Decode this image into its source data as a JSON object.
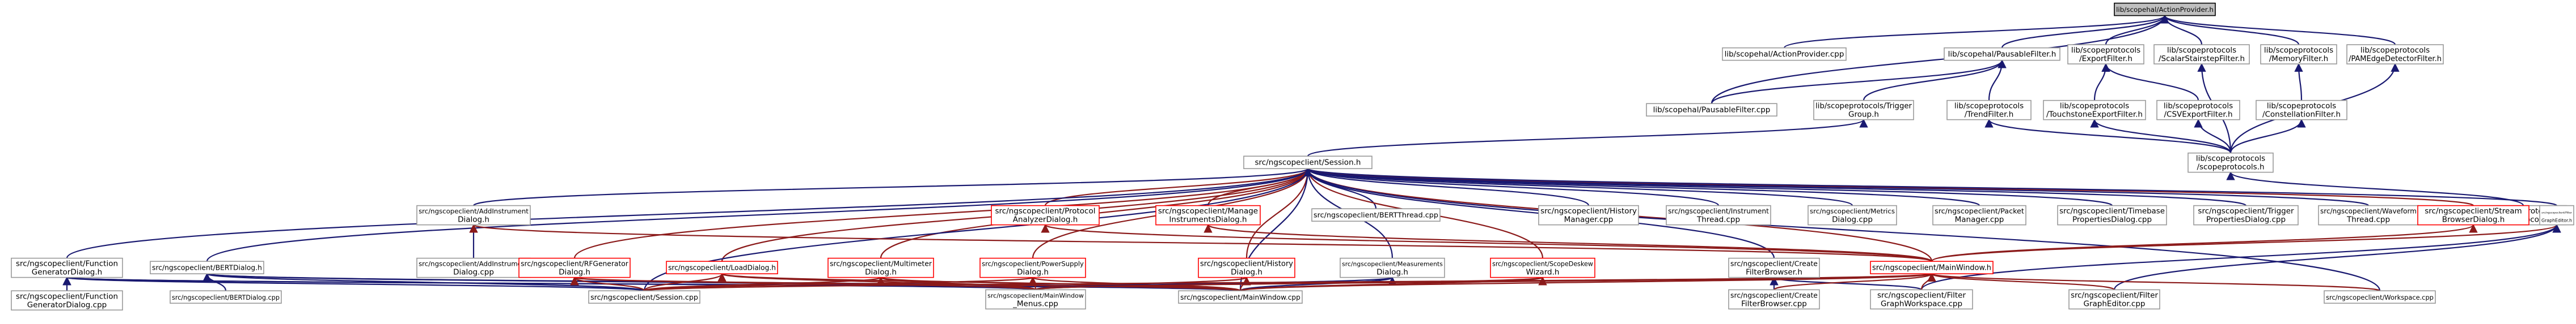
{
  "graph": {
    "colors": {
      "edge": "#191970",
      "highlight_edge": "#8b1a1a",
      "node_border": "#999999",
      "highlight_border": "#ff0000",
      "root_fill": "#bfbfbf"
    },
    "nodes": [
      {
        "id": "n1",
        "lines": [
          "lib/scopehal/ActionProvider.h"
        ],
        "style": "root"
      },
      {
        "id": "n2",
        "lines": [
          "lib/scopehal/ActionProvider.cpp"
        ]
      },
      {
        "id": "n3",
        "lines": [
          "lib/scopehal/PausableFilter.h"
        ]
      },
      {
        "id": "n4",
        "lines": [
          "lib/scopeprotocols",
          "/ExportFilter.h"
        ]
      },
      {
        "id": "n5",
        "lines": [
          "lib/scopeprotocols",
          "/ScalarStairstepFilter.h"
        ]
      },
      {
        "id": "n6",
        "lines": [
          "lib/scopeprotocols",
          "/MemoryFilter.h"
        ]
      },
      {
        "id": "n7",
        "lines": [
          "lib/scopeprotocols",
          "/PAMEdgeDetectorFilter.h"
        ]
      },
      {
        "id": "n8",
        "lines": [
          "lib/scopehal/PausableFilter.cpp"
        ]
      },
      {
        "id": "n9",
        "lines": [
          "lib/scopeprotocols/Trigger",
          "Group.h"
        ]
      },
      {
        "id": "n10",
        "lines": [
          "lib/scopeprotocols",
          "/TrendFilter.h"
        ]
      },
      {
        "id": "n11",
        "lines": [
          "lib/scopeprotocols",
          "/TouchstoneExportFilter.h"
        ]
      },
      {
        "id": "n12",
        "lines": [
          "lib/scopeprotocols",
          "/CSVExportFilter.h"
        ]
      },
      {
        "id": "n13",
        "lines": [
          "lib/scopeprotocols",
          "/ConstellationFilter.h"
        ]
      },
      {
        "id": "n14",
        "lines": [
          "src/ngscopeclient/Session.h"
        ]
      },
      {
        "id": "n15",
        "lines": [
          "lib/scopeprotocols",
          "/scopeprotocols.h"
        ]
      },
      {
        "id": "n16",
        "lines": [
          "lib/scopeprotocols",
          "/scopeprotocols.cpp"
        ]
      },
      {
        "id": "n17",
        "lines": [
          "src/ngscopeclient/AddInstrument",
          "Dialog.h"
        ]
      },
      {
        "id": "n18",
        "lines": [
          "src/ngscopeclient/Protocol",
          "AnalyzerDialog.h"
        ],
        "style": "hl"
      },
      {
        "id": "n19",
        "lines": [
          "src/ngscopeclient/Manage",
          "InstrumentsDialog.h"
        ],
        "style": "hl"
      },
      {
        "id": "n20",
        "lines": [
          "src/ngscopeclient/BERTThread.cpp"
        ]
      },
      {
        "id": "n21",
        "lines": [
          "src/ngscopeclient/History",
          "Manager.cpp"
        ]
      },
      {
        "id": "n22",
        "lines": [
          "src/ngscopeclient/Instrument",
          "Thread.cpp"
        ]
      },
      {
        "id": "n23",
        "lines": [
          "src/ngscopeclient/Metrics",
          "Dialog.cpp"
        ]
      },
      {
        "id": "n24",
        "lines": [
          "src/ngscopeclient/Packet",
          "Manager.cpp"
        ]
      },
      {
        "id": "n25",
        "lines": [
          "src/ngscopeclient/Timebase",
          "PropertiesDialog.cpp"
        ]
      },
      {
        "id": "n26",
        "lines": [
          "src/ngscopeclient/Trigger",
          "PropertiesDialog.cpp"
        ]
      },
      {
        "id": "n27",
        "lines": [
          "src/ngscopeclient/Waveform",
          "Thread.cpp"
        ]
      },
      {
        "id": "n28",
        "lines": [
          "src/ngscopeclient/Stream",
          "BrowserDialog.h"
        ],
        "style": "hl"
      },
      {
        "id": "n29",
        "lines": [
          "src/ngscopeclient/Filter",
          "GraphEditor.h"
        ]
      },
      {
        "id": "n30",
        "lines": [
          "src/ngscopeclient/Function",
          "GeneratorDialog.h"
        ]
      },
      {
        "id": "n31",
        "lines": [
          "src/ngscopeclient/BERTDialog.h"
        ]
      },
      {
        "id": "n32",
        "lines": [
          "src/ngscopeclient/AddInstrument",
          "Dialog.cpp"
        ]
      },
      {
        "id": "n33",
        "lines": [
          "src/ngscopeclient/RFGenerator",
          "Dialog.h"
        ],
        "style": "hl"
      },
      {
        "id": "n34",
        "lines": [
          "src/ngscopeclient/LoadDialog.h"
        ],
        "style": "hl"
      },
      {
        "id": "n35",
        "lines": [
          "src/ngscopeclient/Multimeter",
          "Dialog.h"
        ],
        "style": "hl"
      },
      {
        "id": "n36",
        "lines": [
          "src/ngscopeclient/PowerSupply",
          "Dialog.h"
        ],
        "style": "hl"
      },
      {
        "id": "n37",
        "lines": [
          "src/ngscopeclient/History",
          "Dialog.h"
        ],
        "style": "hl"
      },
      {
        "id": "n38",
        "lines": [
          "src/ngscopeclient/Measurements",
          "Dialog.h"
        ]
      },
      {
        "id": "n39",
        "lines": [
          "src/ngscopeclient/ScopeDeskew",
          "Wizard.h"
        ],
        "style": "hl"
      },
      {
        "id": "n40",
        "lines": [
          "src/ngscopeclient/Create",
          "FilterBrowser.h"
        ]
      },
      {
        "id": "n41",
        "lines": [
          "src/ngscopeclient/MainWindow.h"
        ],
        "style": "hl"
      },
      {
        "id": "n42",
        "lines": [
          "src/ngscopeclient/Function",
          "GeneratorDialog.cpp"
        ]
      },
      {
        "id": "n43",
        "lines": [
          "src/ngscopeclient/BERTDialog.cpp"
        ]
      },
      {
        "id": "n44",
        "lines": [
          "src/ngscopeclient/Session.cpp"
        ]
      },
      {
        "id": "n45",
        "lines": [
          "src/ngscopeclient/MainWindow",
          "_Menus.cpp"
        ]
      },
      {
        "id": "n46",
        "lines": [
          "src/ngscopeclient/MainWindow.cpp"
        ]
      },
      {
        "id": "n47",
        "lines": [
          "src/ngscopeclient/Create",
          "FilterBrowser.cpp"
        ]
      },
      {
        "id": "n48",
        "lines": [
          "src/ngscopeclient/Filter",
          "GraphWorkspace.cpp"
        ]
      },
      {
        "id": "n49",
        "lines": [
          "src/ngscopeclient/Filter",
          "GraphEditor.cpp"
        ]
      },
      {
        "id": "n50",
        "lines": [
          "src/ngscopeclient/Workspace.cpp"
        ]
      }
    ],
    "edges": [
      [
        "n1",
        "n2"
      ],
      [
        "n1",
        "n3"
      ],
      [
        "n1",
        "n4"
      ],
      [
        "n1",
        "n5"
      ],
      [
        "n1",
        "n6"
      ],
      [
        "n1",
        "n7"
      ],
      [
        "n1",
        "n8"
      ],
      [
        "n3",
        "n8"
      ],
      [
        "n3",
        "n9"
      ],
      [
        "n3",
        "n10"
      ],
      [
        "n4",
        "n11"
      ],
      [
        "n4",
        "n12"
      ],
      [
        "n5",
        "n15"
      ],
      [
        "n6",
        "n13"
      ],
      [
        "n7",
        "n15"
      ],
      [
        "n9",
        "n14"
      ],
      [
        "n10",
        "n15"
      ],
      [
        "n11",
        "n15"
      ],
      [
        "n12",
        "n15"
      ],
      [
        "n13",
        "n15"
      ],
      [
        "n15",
        "n16"
      ],
      [
        "n14",
        "n17"
      ],
      [
        "n14",
        "n18"
      ],
      [
        "n14",
        "n19"
      ],
      [
        "n14",
        "n20"
      ],
      [
        "n14",
        "n21"
      ],
      [
        "n14",
        "n22"
      ],
      [
        "n14",
        "n23"
      ],
      [
        "n14",
        "n24"
      ],
      [
        "n14",
        "n25"
      ],
      [
        "n14",
        "n26"
      ],
      [
        "n14",
        "n27"
      ],
      [
        "n14",
        "n28"
      ],
      [
        "n14",
        "n29"
      ],
      [
        "n14",
        "n30"
      ],
      [
        "n14",
        "n31"
      ],
      [
        "n14",
        "n33"
      ],
      [
        "n14",
        "n34"
      ],
      [
        "n14",
        "n35"
      ],
      [
        "n14",
        "n36"
      ],
      [
        "n14",
        "n37"
      ],
      [
        "n14",
        "n38"
      ],
      [
        "n14",
        "n39"
      ],
      [
        "n14",
        "n40"
      ],
      [
        "n14",
        "n41"
      ],
      [
        "n14",
        "n44"
      ],
      [
        "n14",
        "n46"
      ],
      [
        "n14",
        "n50"
      ],
      [
        "n17",
        "n32"
      ],
      [
        "n17",
        "n41"
      ],
      [
        "n18",
        "n41"
      ],
      [
        "n19",
        "n41"
      ],
      [
        "n28",
        "n41"
      ],
      [
        "n29",
        "n41"
      ],
      [
        "n29",
        "n48"
      ],
      [
        "n29",
        "n49"
      ],
      [
        "n30",
        "n42"
      ],
      [
        "n30",
        "n44"
      ],
      [
        "n30",
        "n45"
      ],
      [
        "n30",
        "n46"
      ],
      [
        "n31",
        "n43"
      ],
      [
        "n31",
        "n44"
      ],
      [
        "n31",
        "n45"
      ],
      [
        "n31",
        "n46"
      ],
      [
        "n33",
        "n44"
      ],
      [
        "n33",
        "n45"
      ],
      [
        "n33",
        "n46"
      ],
      [
        "n34",
        "n44"
      ],
      [
        "n34",
        "n45"
      ],
      [
        "n34",
        "n46"
      ],
      [
        "n35",
        "n44"
      ],
      [
        "n35",
        "n45"
      ],
      [
        "n35",
        "n46"
      ],
      [
        "n36",
        "n44"
      ],
      [
        "n36",
        "n45"
      ],
      [
        "n36",
        "n46"
      ],
      [
        "n37",
        "n45"
      ],
      [
        "n37",
        "n46"
      ],
      [
        "n38",
        "n45"
      ],
      [
        "n38",
        "n46"
      ],
      [
        "n39",
        "n45"
      ],
      [
        "n39",
        "n46"
      ],
      [
        "n40",
        "n47"
      ],
      [
        "n40",
        "n48"
      ],
      [
        "n41",
        "n44"
      ],
      [
        "n41",
        "n45"
      ],
      [
        "n41",
        "n46"
      ],
      [
        "n41",
        "n47"
      ],
      [
        "n41",
        "n48"
      ],
      [
        "n41",
        "n49"
      ],
      [
        "n41",
        "n50"
      ]
    ]
  }
}
